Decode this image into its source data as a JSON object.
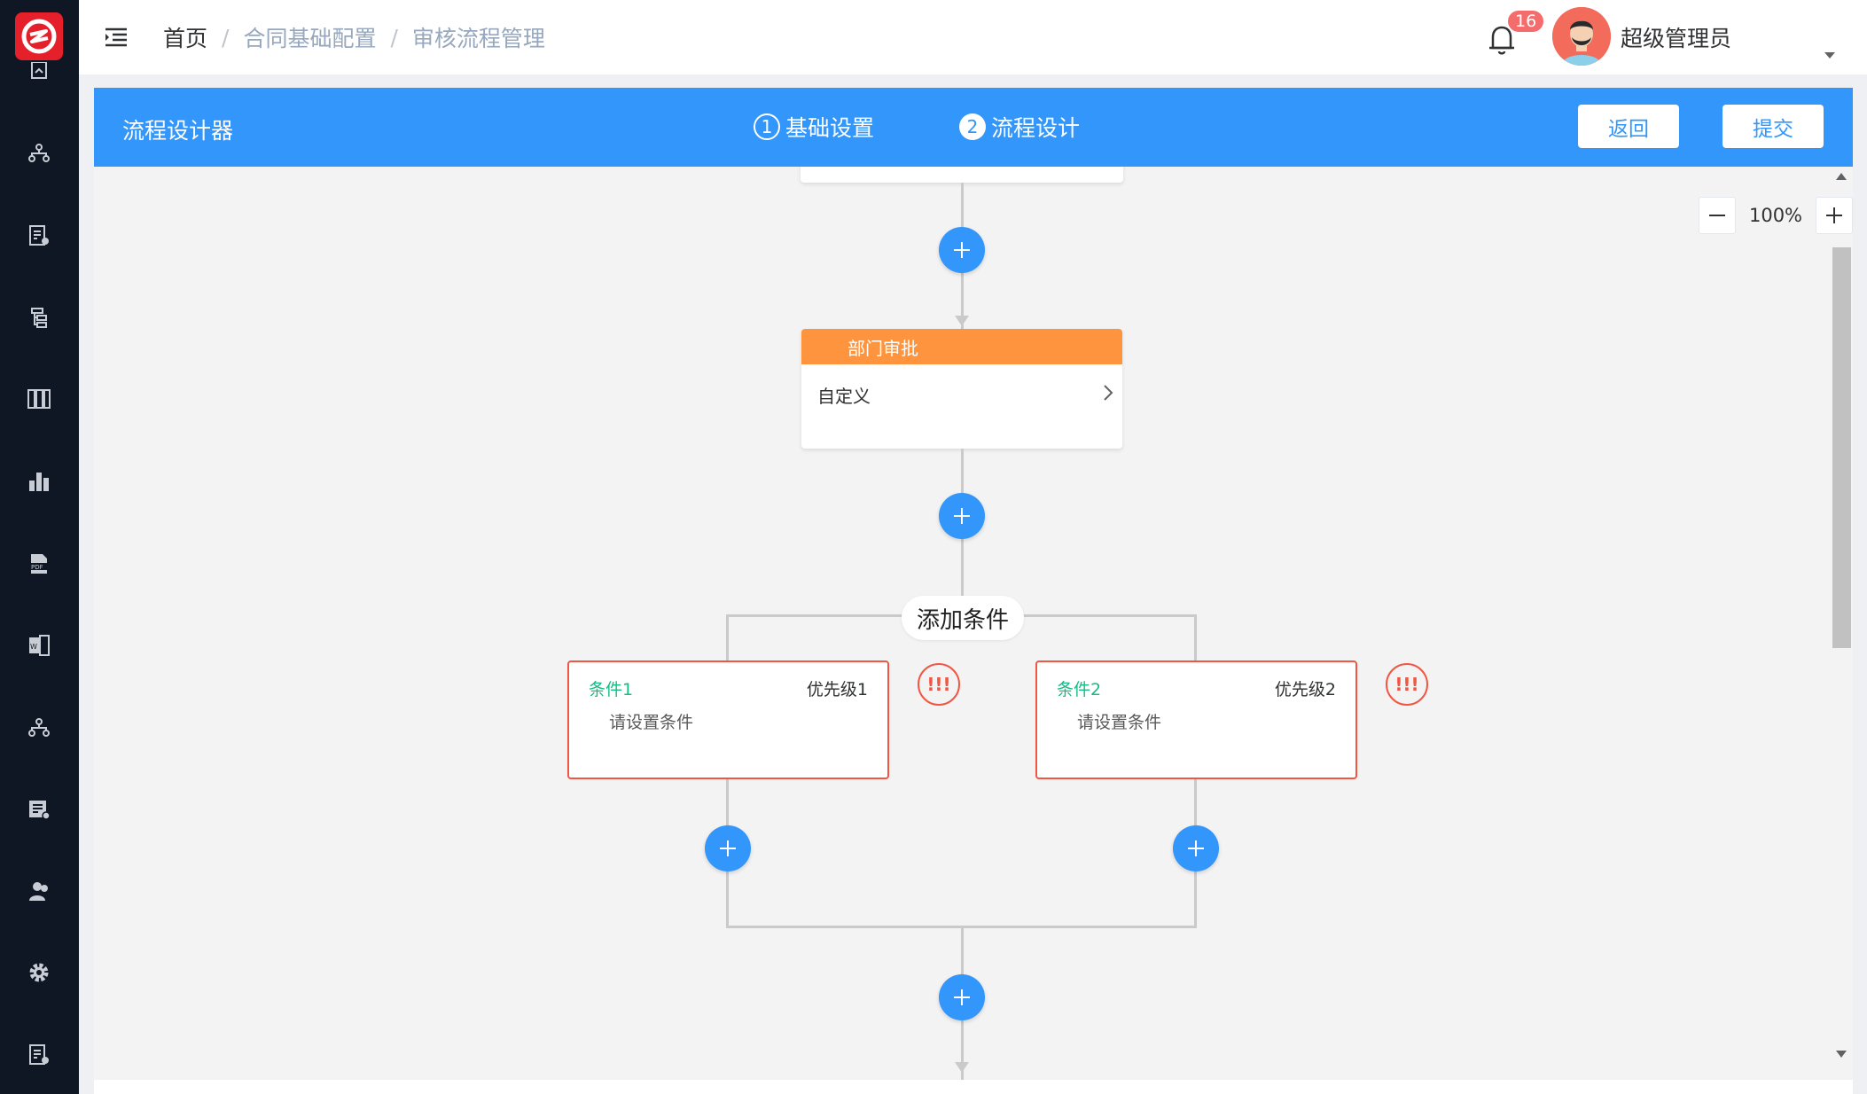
{
  "header": {
    "breadcrumb": [
      "首页",
      "合同基础配置",
      "审核流程管理"
    ],
    "notification_count": "16",
    "username": "超级管理员"
  },
  "sidebar": {
    "items": [
      "dashboard-icon",
      "org-chart-icon",
      "contract-doc-icon",
      "tree-icon",
      "columns-icon",
      "bar-chart-icon",
      "pdf-icon",
      "word-file-icon",
      "org-chart-icon",
      "template-icon",
      "users-icon",
      "gear-icon",
      "document-list-icon"
    ]
  },
  "designer": {
    "title": "流程设计器",
    "steps": [
      {
        "num": "1",
        "label": "基础设置"
      },
      {
        "num": "2",
        "label": "流程设计"
      }
    ],
    "back_label": "返回",
    "submit_label": "提交"
  },
  "zoom": {
    "value": "100%"
  },
  "flow": {
    "approval_node": {
      "title": "部门审批",
      "content": "自定义"
    },
    "add_condition_label": "添加条件",
    "conditions": [
      {
        "title": "条件1",
        "priority": "优先级1",
        "content": "请设置条件",
        "warning": "!!!"
      },
      {
        "title": "条件2",
        "priority": "优先级2",
        "content": "请设置条件",
        "warning": "!!!"
      }
    ]
  },
  "colors": {
    "primary": "#3296fa",
    "approver": "#ff943e",
    "condition_title": "#15bc83",
    "error": "#f25643",
    "sidebar_bg": "#0f1624"
  }
}
